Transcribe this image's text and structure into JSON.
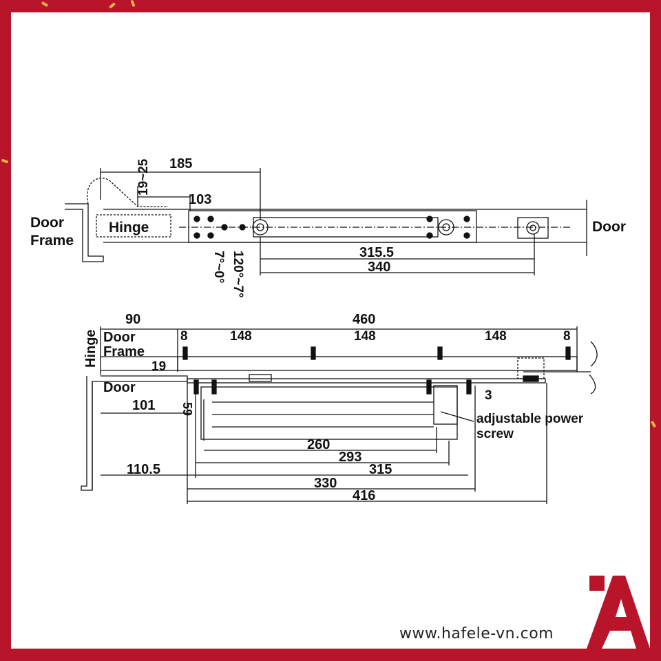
{
  "brand": {
    "url": "www.hafele-vn.com",
    "accent": "#b8142a",
    "logo_icon": "hafele-logo-icon"
  },
  "top_view": {
    "labels": {
      "door_frame_1": "Door",
      "door_frame_2": "Frame",
      "hinge": "Hinge",
      "door": "Door"
    },
    "dims": {
      "d185": "185",
      "d19_25": "19~25",
      "d103": "103",
      "d315_5": "315.5",
      "d340": "340",
      "ang_7_0": "7°~0°",
      "ang_120_7": "120°~7°"
    }
  },
  "side_view": {
    "labels": {
      "hinge": "Hinge",
      "door_frame_1": "Door",
      "door_frame_2": "Frame",
      "door": "Door",
      "power_screw_1": "adjustable power",
      "power_screw_2": "screw"
    },
    "dims": {
      "d90": "90",
      "d460": "460",
      "d8_left": "8",
      "d148_a": "148",
      "d148_b": "148",
      "d148_c": "148",
      "d8_right": "8",
      "d19": "19",
      "d3": "3",
      "d101": "101",
      "d59": "59",
      "d260": "260",
      "d293": "293",
      "d315": "315",
      "d110_5": "110.5",
      "d330": "330",
      "d416": "416"
    }
  }
}
